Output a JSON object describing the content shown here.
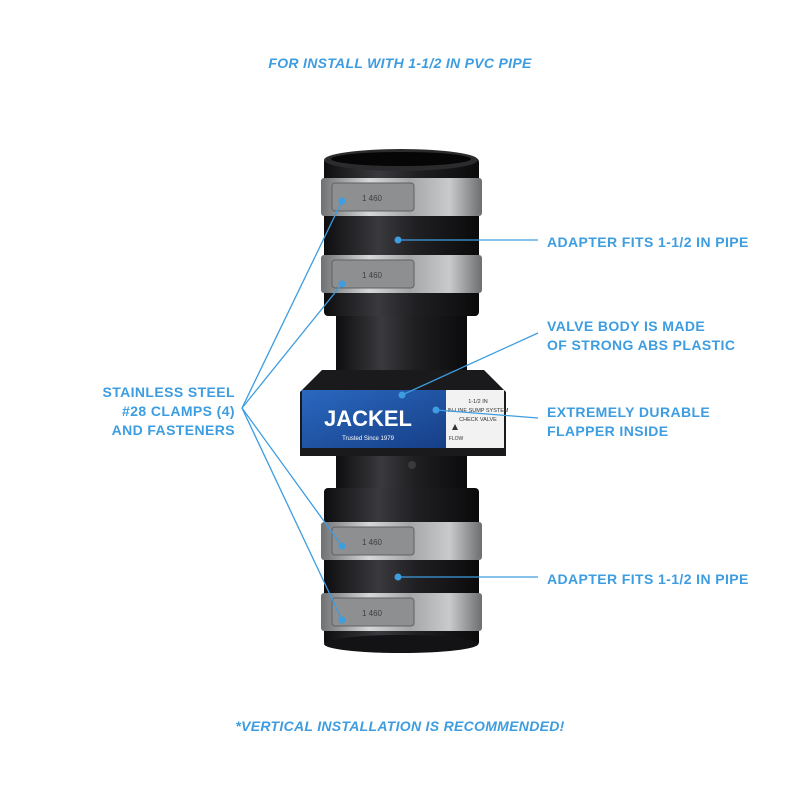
{
  "captions": {
    "top": "FOR INSTALL WITH 1-1/2 IN PVC PIPE",
    "bottom": "*VERTICAL INSTALLATION IS RECOMMENDED!"
  },
  "callouts": {
    "top_adapter": "ADAPTER FITS 1-1/2 IN PIPE",
    "valve_body": "VALVE BODY IS MADE\nOF STRONG ABS PLASTIC",
    "flapper": "EXTREMELY DURABLE\nFLAPPER INSIDE",
    "bottom_adapter": "ADAPTER FITS 1-1/2 IN PIPE",
    "clamps": "STAINLESS STEEL\n#28 CLAMPS (4)\nAND FASTENERS"
  },
  "product_label": {
    "brand": "JACKEL",
    "tagline": "Trusted Since 1979",
    "side_lines": [
      "1-1/2 IN",
      "IN-LINE SUMP SYSTEM",
      "CHECK VALVE"
    ],
    "flow_text": "FLOW"
  },
  "clamp_stamp": "1 460",
  "colors": {
    "accent": "#3d9de0",
    "rubber": "#1c1c1e",
    "steel": "#a9aaab",
    "label_blue": "#1f56a8"
  }
}
